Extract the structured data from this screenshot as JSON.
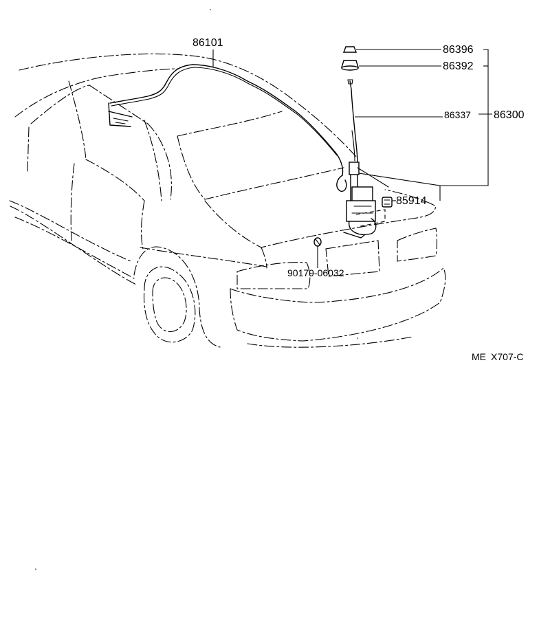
{
  "diagram": {
    "callouts": {
      "p86101": "86101",
      "p86396": "86396",
      "p86392": "86392",
      "p86337": "86337",
      "p86300": "86300",
      "p85914": "85914",
      "p90179": "90179-06032"
    },
    "code": {
      "prefix": "ME",
      "number": "X707-C"
    }
  }
}
